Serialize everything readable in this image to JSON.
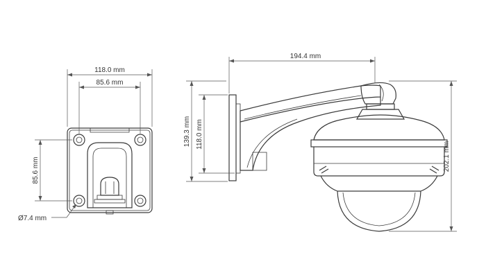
{
  "dimensions": {
    "plate_width": "118.0 mm",
    "hole_spacing_horizontal": "85.6 mm",
    "hole_spacing_vertical": "85.6 mm",
    "hole_diameter": "Ø7.4 mm",
    "arm_length": "194.4 mm",
    "mount_height_outer": "139.3 mm",
    "mount_height_inner": "118.0 mm",
    "total_height": "202.1 mm"
  }
}
